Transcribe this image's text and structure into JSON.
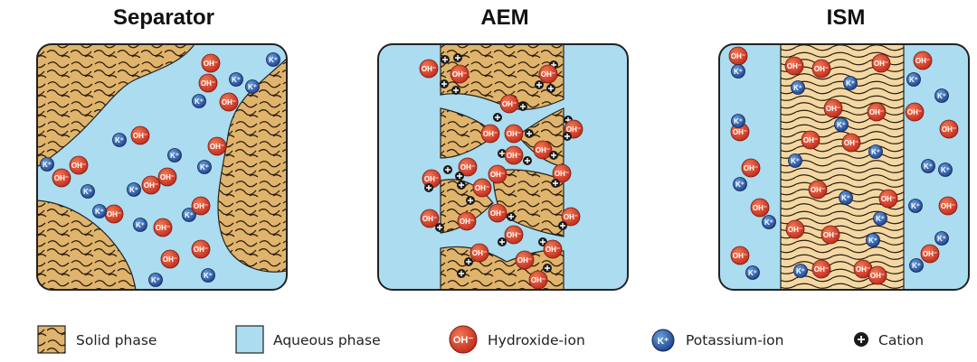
{
  "panels": [
    {
      "title": "Separator"
    },
    {
      "title": "AEM"
    },
    {
      "title": "ISM"
    }
  ],
  "ions": {
    "hydroxide_symbol": "OH⁻",
    "potassium_symbol": "K⁺"
  },
  "legend": [
    {
      "label": "Solid phase"
    },
    {
      "label": "Aqueous phase"
    },
    {
      "label": "Hydroxide-ion"
    },
    {
      "label": "Potassium-ion"
    },
    {
      "label": "Cation"
    }
  ],
  "colors": {
    "aqueous": "#abdcf0",
    "solid": "#e0b46c",
    "solid_ism": "#f4d8a4",
    "hydroxide": "#d8402a",
    "potassium": "#2a4f9c",
    "outline": "#222222"
  }
}
